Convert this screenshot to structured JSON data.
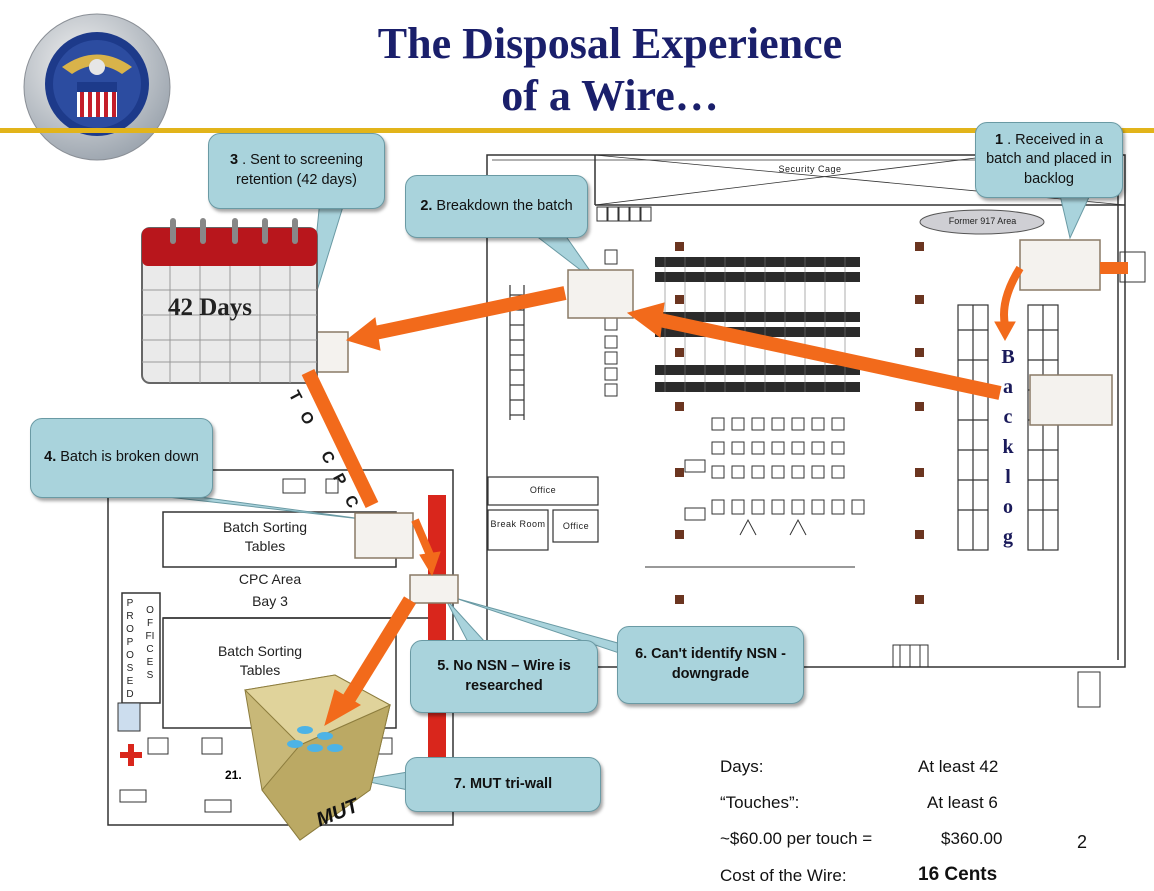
{
  "slide": {
    "title_line1": "The Disposal Experience",
    "title_line2": "of a Wire…",
    "page_number": "2"
  },
  "callouts": {
    "c1": {
      "num": "1",
      "text": ". Received in a batch and placed in backlog"
    },
    "c2": {
      "num": "2.",
      "text": "Breakdown the batch"
    },
    "c3": {
      "num": "3",
      "text": ". Sent to screening retention (42 days)"
    },
    "c4": {
      "num": "4.",
      "text": "Batch is broken down"
    },
    "c5": {
      "num": "5.",
      "text": "No NSN – Wire is researched"
    },
    "c6": {
      "num": "6.",
      "text": "Can't identify NSN - downgrade"
    },
    "c7": {
      "num": "7.",
      "text": "MUT tri-wall"
    }
  },
  "floorplan": {
    "security_cage": "Security Cage",
    "former_917": "Former 917 Area",
    "backlog_letters": [
      "B",
      "a",
      "c",
      "k",
      "l",
      "o",
      "g"
    ],
    "office": "Office",
    "break_room": "Break Room",
    "office2": "Office",
    "batch_sorting_1": "Batch Sorting Tables",
    "cpc_area": "CPC Area",
    "bay3": "Bay 3",
    "batch_sorting_2": "Batch Sorting Tables",
    "proposed": "PROPOSED",
    "offices": "OFFICES",
    "to_cpc": "TO CPC",
    "calendar_text": "42 Days",
    "mut_label": "MUT",
    "small_number": "21."
  },
  "summary": {
    "rows": [
      {
        "label": "Days:",
        "value": "At least 42"
      },
      {
        "label": "“Touches”:",
        "value": "At least 6"
      },
      {
        "label": "~$60.00 per touch =",
        "value": "$360.00"
      },
      {
        "label": "Cost of the Wire:",
        "value": "16 Cents"
      }
    ]
  },
  "colors": {
    "title": "#1a1f6b",
    "rule": "#e2b41a",
    "callout": "#a9d3dc",
    "arrow": "#f26a1b",
    "red_column": "#d9261c"
  }
}
